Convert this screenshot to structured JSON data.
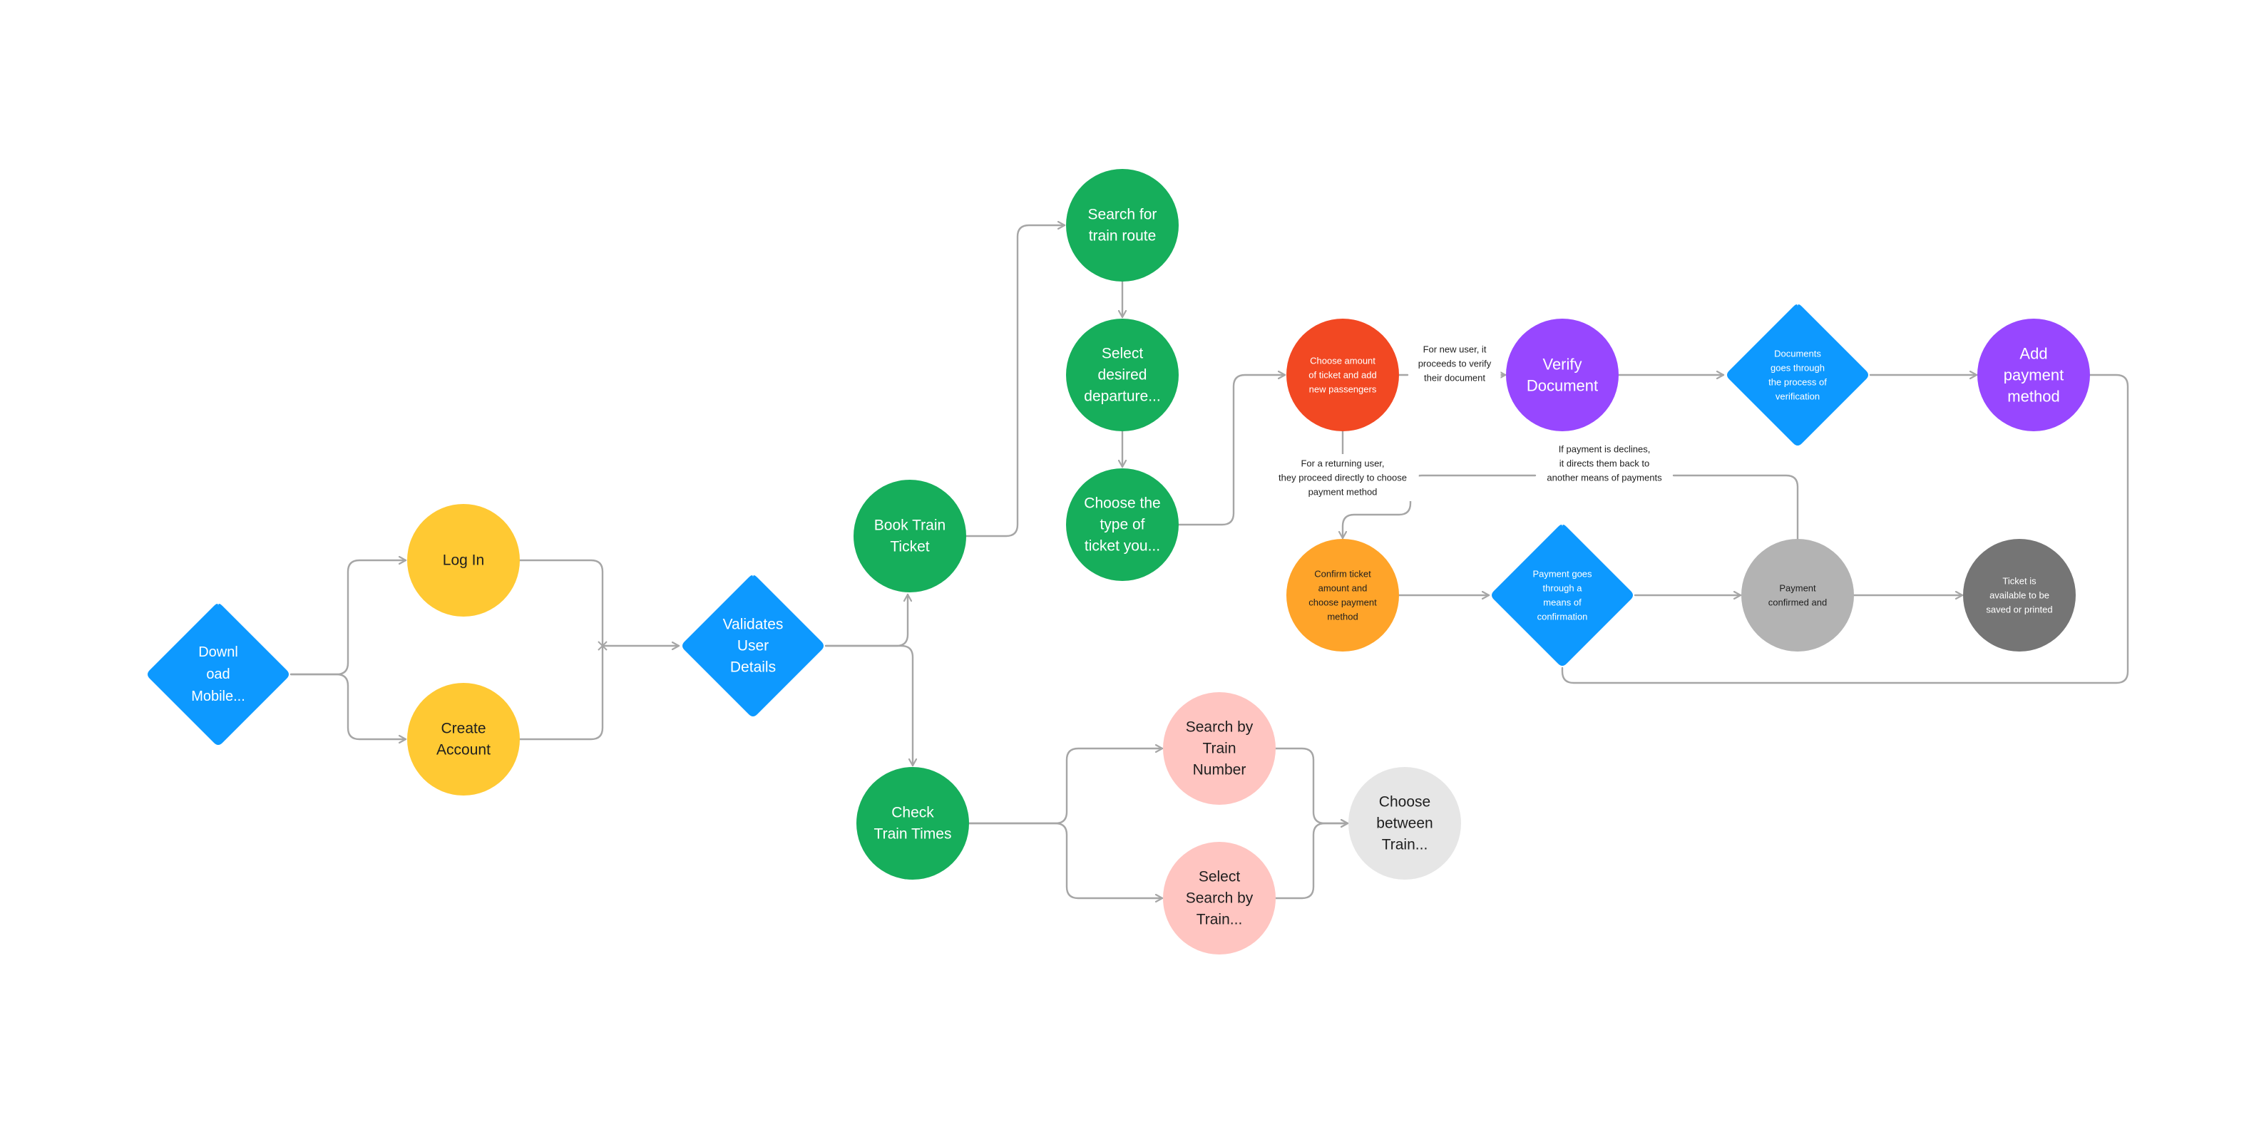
{
  "colors": {
    "blue": "#0d99ff",
    "yellow": "#ffc933",
    "green": "#16ae5b",
    "pink": "#ffc5c1",
    "light_gray": "#e6e6e6",
    "red": "#f24822",
    "orange": "#ffa429",
    "purple": "#9747ff",
    "gray": "#b3b3b3",
    "dark_gray": "#757575",
    "connector": "#a6a6a6"
  },
  "nodes": {
    "download_mobile": {
      "lines": [
        "Downl",
        "oad",
        "Mobile..."
      ]
    },
    "log_in": {
      "lines": [
        "Log In"
      ]
    },
    "create_account": {
      "lines": [
        "Create",
        "Account"
      ]
    },
    "validates_user_details": {
      "lines": [
        "Validates",
        "User",
        "Details"
      ]
    },
    "book_train_ticket": {
      "lines": [
        "Book Train",
        "Ticket"
      ]
    },
    "check_train_times": {
      "lines": [
        "Check",
        "Train Times"
      ]
    },
    "search_train_route": {
      "lines": [
        "Search for",
        "train route"
      ]
    },
    "select_departure": {
      "lines": [
        "Select",
        "desired",
        "departure..."
      ]
    },
    "choose_ticket_type": {
      "lines": [
        "Choose the",
        "type of",
        "ticket you..."
      ]
    },
    "search_by_train_number": {
      "lines": [
        "Search by",
        "Train",
        "Number"
      ]
    },
    "select_search_by_train": {
      "lines": [
        "Select",
        "Search by",
        "Train..."
      ]
    },
    "choose_between_train": {
      "lines": [
        "Choose",
        "between",
        "Train..."
      ]
    },
    "choose_amount": {
      "lines": [
        "Choose amount",
        "of ticket and add",
        "new passengers"
      ]
    },
    "verify_document": {
      "lines": [
        "Verify",
        "Document"
      ]
    },
    "documents_verification": {
      "lines": [
        "Documents",
        "goes through",
        "the process of",
        "verification"
      ]
    },
    "add_payment_method": {
      "lines": [
        "Add",
        "payment",
        "method"
      ]
    },
    "confirm_ticket_amount": {
      "lines": [
        "Confirm ticket",
        "amount and",
        "choose payment",
        "method"
      ]
    },
    "payment_confirmation": {
      "lines": [
        "Payment goes",
        "through a",
        "means of",
        "confirmation"
      ]
    },
    "payment_confirmed": {
      "lines": [
        "Payment",
        "confirmed and"
      ]
    },
    "ticket_available": {
      "lines": [
        "Ticket is",
        "available to be",
        "saved or printed"
      ]
    }
  },
  "edge_labels": {
    "new_user": [
      "For new user, it",
      "proceeds to verify",
      "their document"
    ],
    "returning_user": [
      "For a returning user,",
      "they proceed directly to choose",
      "payment method"
    ],
    "payment_declines": [
      "If payment is declines,",
      "it directs them back to",
      "another means of payments"
    ]
  }
}
